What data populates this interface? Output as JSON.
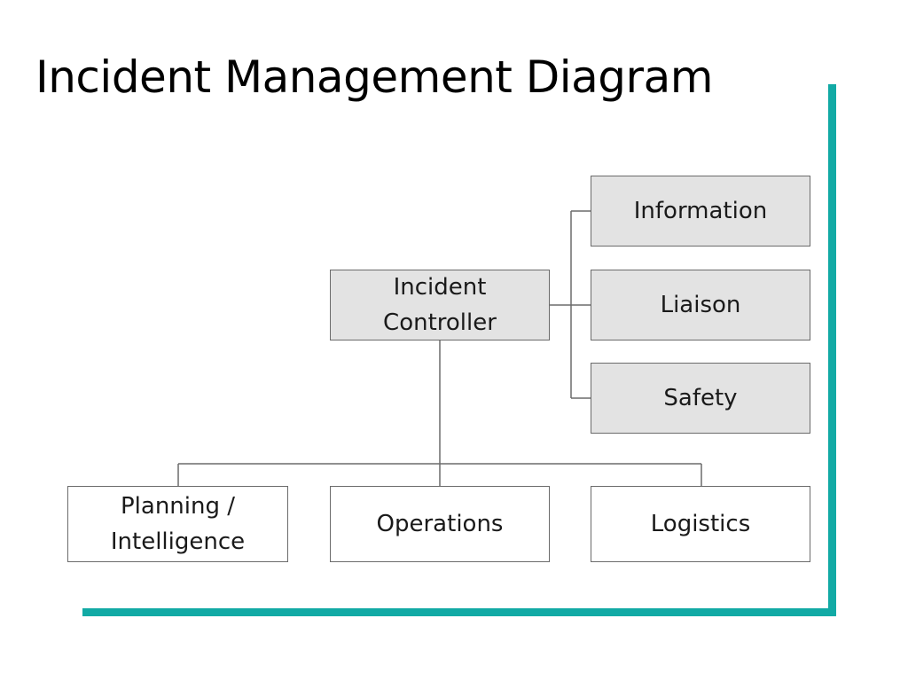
{
  "title": "Incident Management Diagram",
  "colors": {
    "accent": "#12aaa5",
    "shaded_box": "#e3e3e3",
    "box_border": "#6b6b6b",
    "connector": "#6b6b6b"
  },
  "nodes": {
    "controller": "Incident\nController",
    "information": "Information",
    "liaison": "Liaison",
    "safety": "Safety",
    "planning": "Planning /\nIntelligence",
    "operations": "Operations",
    "logistics": "Logistics"
  }
}
